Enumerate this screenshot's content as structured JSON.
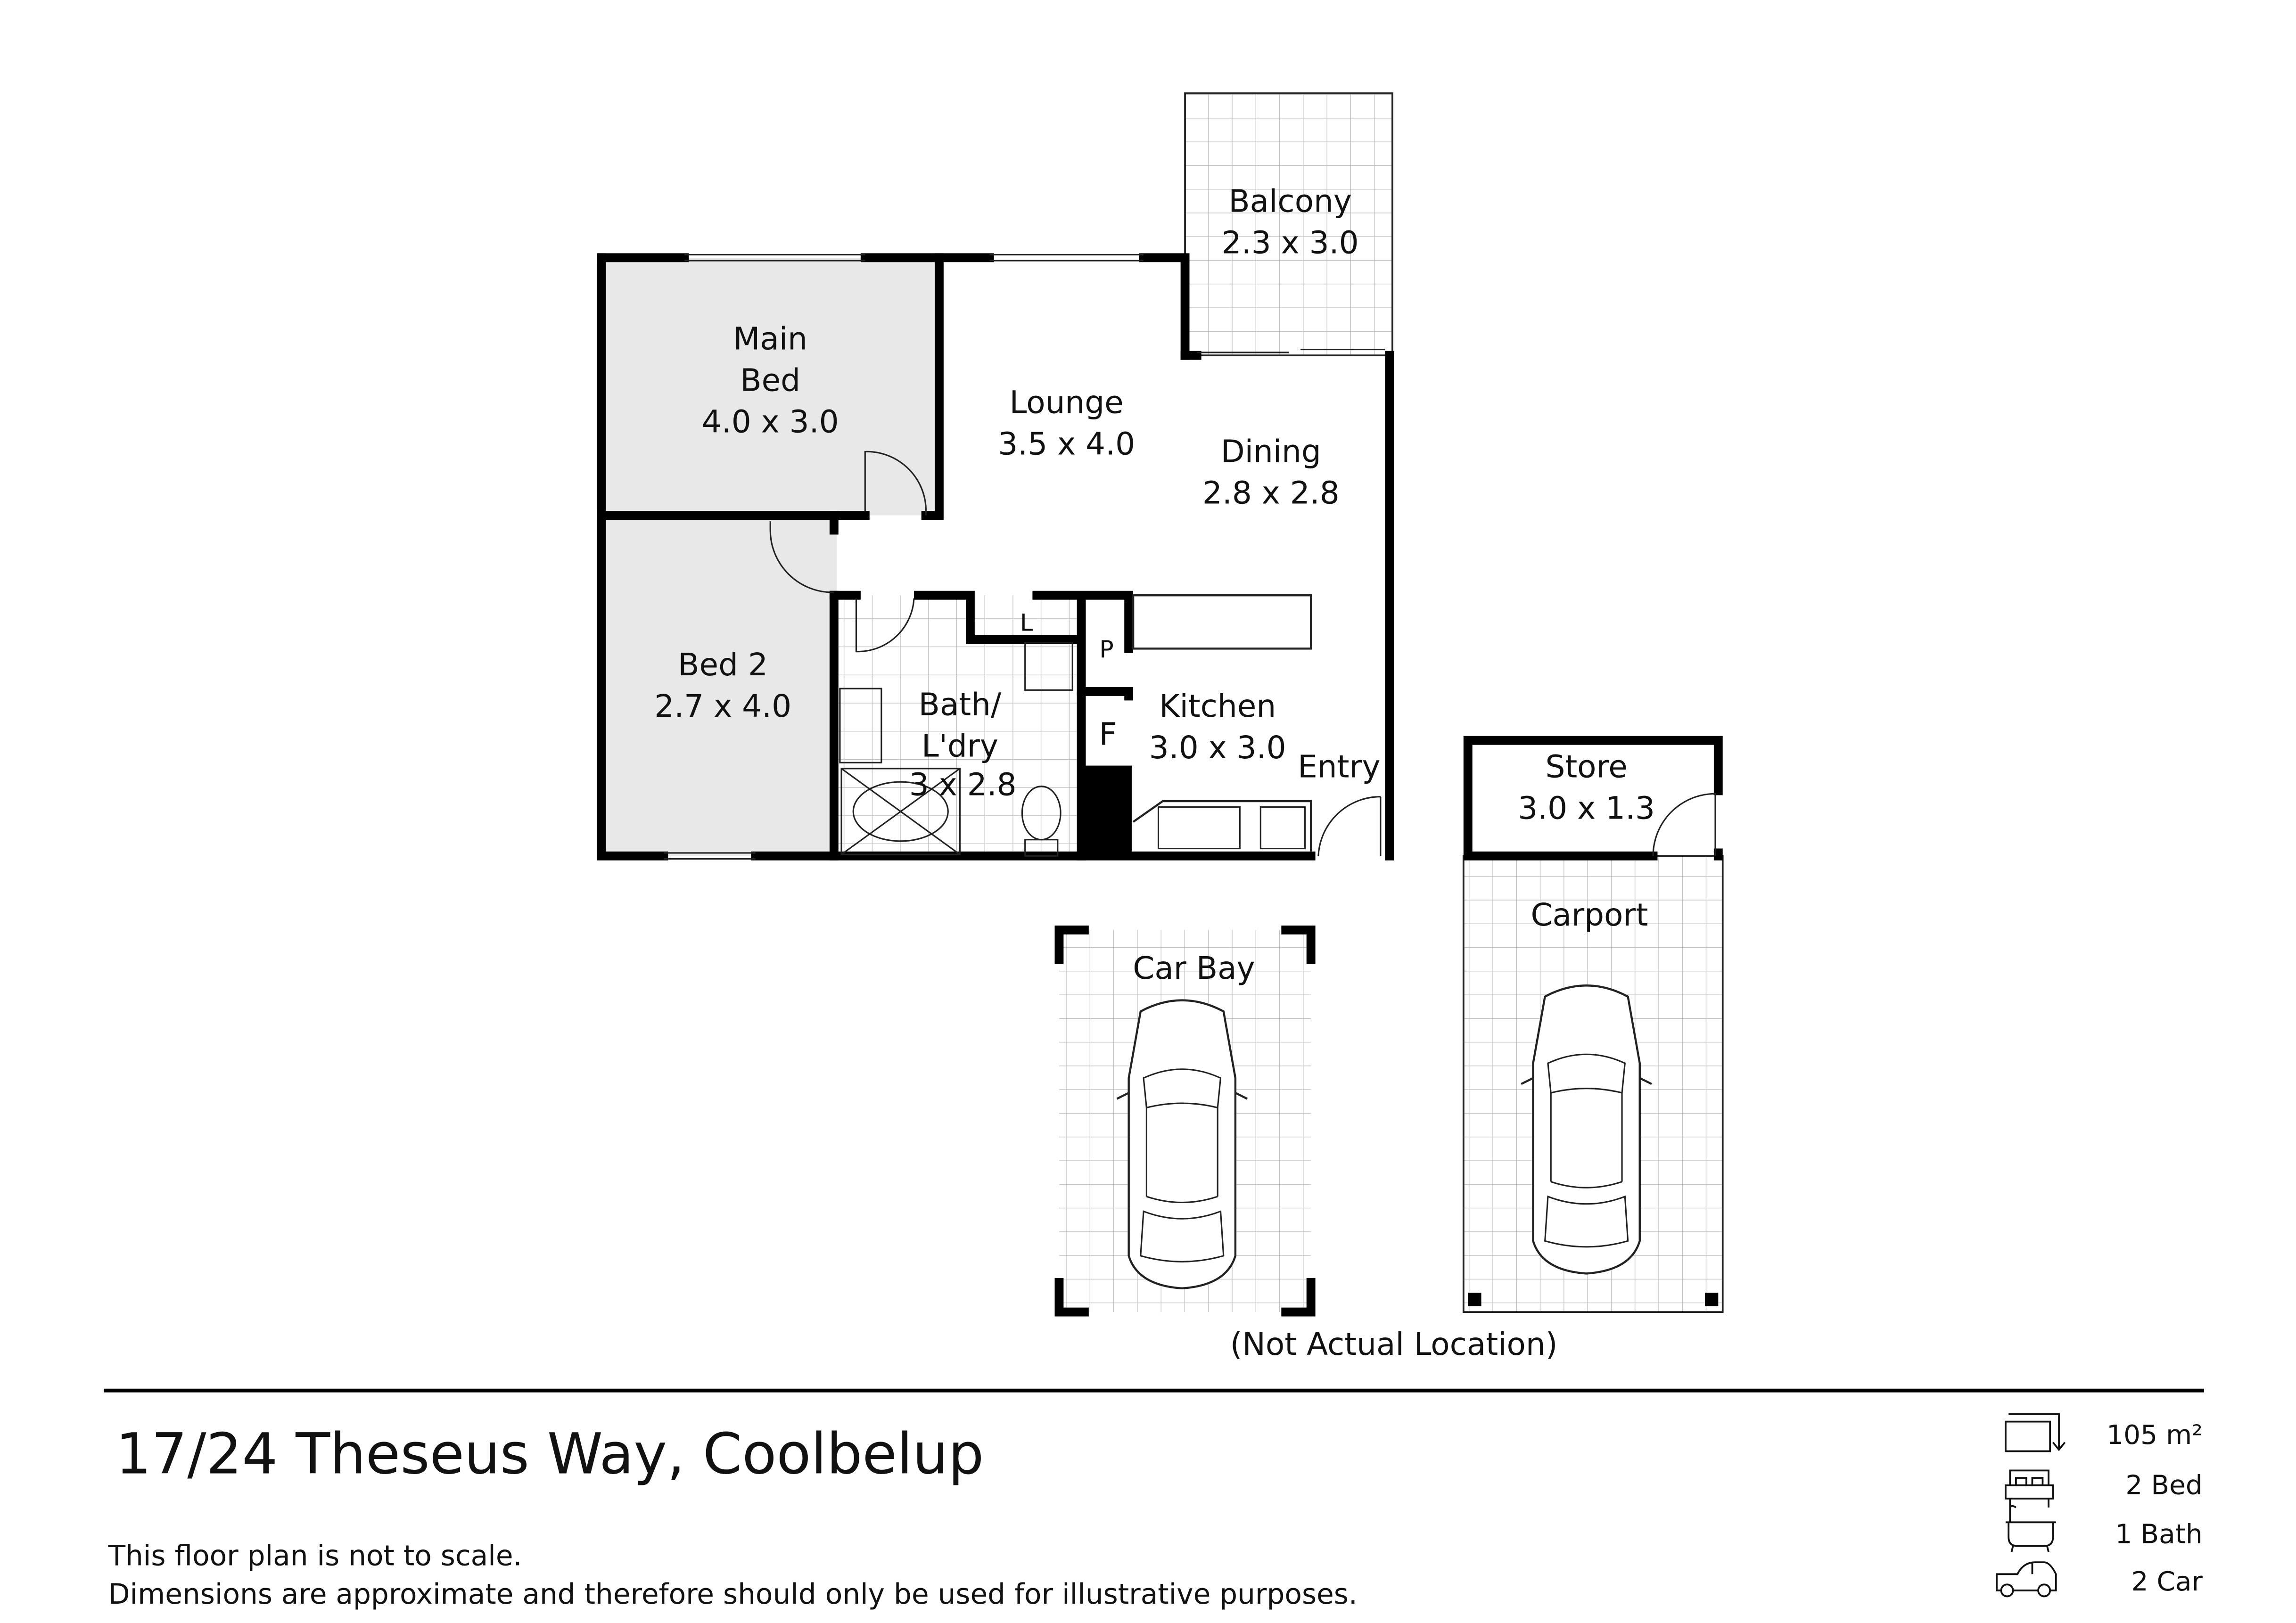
{
  "rooms": {
    "balcony": {
      "name": "Balcony",
      "size": "2.3 x 3.0"
    },
    "main_bed": {
      "name_line1": "Main",
      "name_line2": "Bed",
      "size": "4.0 x 3.0"
    },
    "lounge": {
      "name": "Lounge",
      "size": "3.5 x 4.0"
    },
    "dining": {
      "name": "Dining",
      "size": "2.8 x 2.8"
    },
    "bed2": {
      "name": "Bed 2",
      "size": "2.7 x 4.0"
    },
    "bath": {
      "name_line1": "Bath/",
      "name_line2": "L'dry",
      "size": "3 x 2.8"
    },
    "kitchen": {
      "name": "Kitchen",
      "size": "3.0 x 3.0"
    },
    "entry": {
      "name": "Entry"
    },
    "linen": {
      "name": "L"
    },
    "pantry": {
      "name": "P"
    },
    "fridge": {
      "name": "F"
    },
    "store": {
      "name": "Store",
      "size": "3.0 x 1.3"
    },
    "carport": {
      "name": "Carport"
    },
    "car_bay": {
      "name": "Car Bay"
    }
  },
  "location_note": "(Not Actual Location)",
  "footer": {
    "address": "17/24 Theseus Way, Coolbelup",
    "disclaimer_line1": "This floor plan is not to scale.",
    "disclaimer_line2": "Dimensions are approximate and therefore should only be used for illustrative purposes."
  },
  "stats": [
    {
      "icon": "area-icon",
      "value": "105 m²"
    },
    {
      "icon": "bed-icon",
      "value": "2 Bed"
    },
    {
      "icon": "bath-icon",
      "value": "1 Bath"
    },
    {
      "icon": "car-icon",
      "value": "2 Car"
    }
  ],
  "colors": {
    "bedroom_fill": "#e8e8e8",
    "wall": "#000000",
    "grid": "#bbbbbb"
  }
}
